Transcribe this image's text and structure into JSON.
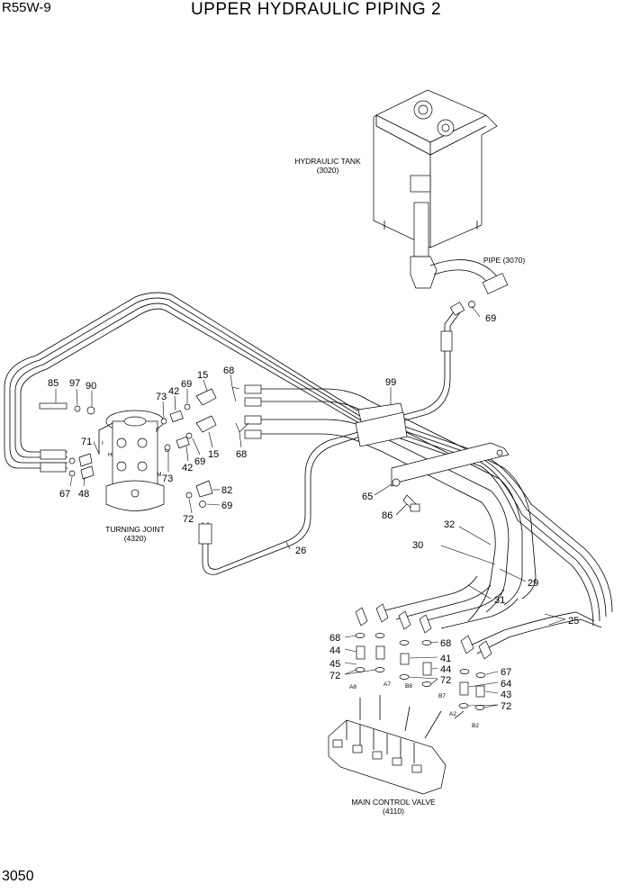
{
  "header": {
    "model": "R55W-9",
    "title": "UPPER HYDRAULIC PIPING 2"
  },
  "footer": {
    "page_number": "3050"
  },
  "components": {
    "hydraulic_tank": {
      "name": "HYDRAULIC TANK",
      "code": "(3020)"
    },
    "pipe": {
      "name": "PIPE (3070)"
    },
    "turning_joint": {
      "name": "TURNING JOINT",
      "code": "(4320)"
    },
    "main_control_valve": {
      "name": "MAIN CONTROL VALVE",
      "code": "(4110)"
    }
  },
  "callouts": [
    {
      "id": "c99",
      "text": "99"
    },
    {
      "id": "c69a",
      "text": "69"
    },
    {
      "id": "c85",
      "text": "85"
    },
    {
      "id": "c97",
      "text": "97"
    },
    {
      "id": "c90",
      "text": "90"
    },
    {
      "id": "c73a",
      "text": "73"
    },
    {
      "id": "c42a",
      "text": "42"
    },
    {
      "id": "c69b",
      "text": "69"
    },
    {
      "id": "c15a",
      "text": "15"
    },
    {
      "id": "c68a",
      "text": "68"
    },
    {
      "id": "c71",
      "text": "71"
    },
    {
      "id": "c67a",
      "text": "67"
    },
    {
      "id": "c48",
      "text": "48"
    },
    {
      "id": "c73b",
      "text": "73"
    },
    {
      "id": "c42b",
      "text": "42"
    },
    {
      "id": "c69c",
      "text": "69"
    },
    {
      "id": "c15b",
      "text": "15"
    },
    {
      "id": "c68b",
      "text": "68"
    },
    {
      "id": "c82",
      "text": "82"
    },
    {
      "id": "c69d",
      "text": "69"
    },
    {
      "id": "c72a",
      "text": "72"
    },
    {
      "id": "c65",
      "text": "65"
    },
    {
      "id": "c86",
      "text": "86"
    },
    {
      "id": "c32",
      "text": "32"
    },
    {
      "id": "c30",
      "text": "30"
    },
    {
      "id": "c26",
      "text": "26"
    },
    {
      "id": "c29",
      "text": "29"
    },
    {
      "id": "c31",
      "text": "31"
    },
    {
      "id": "c25",
      "text": "25"
    },
    {
      "id": "c68c",
      "text": "68"
    },
    {
      "id": "c44a",
      "text": "44"
    },
    {
      "id": "c45",
      "text": "45"
    },
    {
      "id": "c72b",
      "text": "72"
    },
    {
      "id": "c68d",
      "text": "68"
    },
    {
      "id": "c41",
      "text": "41"
    },
    {
      "id": "c44b",
      "text": "44"
    },
    {
      "id": "c72c",
      "text": "72"
    },
    {
      "id": "c67b",
      "text": "67"
    },
    {
      "id": "c64",
      "text": "64"
    },
    {
      "id": "c43",
      "text": "43"
    },
    {
      "id": "c72d",
      "text": "72"
    }
  ],
  "port_labels": {
    "F": "F",
    "G": "G",
    "H": "H",
    "I": "I",
    "M": "M",
    "A8": "A8",
    "A7": "A7",
    "B8": "B8",
    "B7": "B7",
    "A2": "A2",
    "B2": "B2"
  }
}
